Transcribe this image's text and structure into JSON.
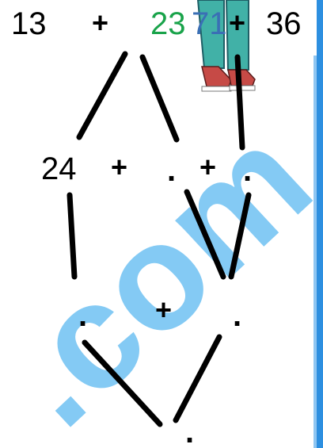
{
  "puzzle": {
    "top_row": {
      "a": "13",
      "op1": "+",
      "b_part1": "23",
      "b_part2": "71",
      "op2": "+",
      "c": "36"
    },
    "middle_row": {
      "a": "24",
      "op1": "+",
      "b": ".",
      "op2": "+",
      "c": "."
    },
    "lower_row": {
      "a": ".",
      "op1": "+",
      "b": "."
    },
    "bottom_row": {
      "a": "."
    }
  },
  "watermark": {
    "text": ".com",
    "color": "#7ec8f4"
  },
  "colors": {
    "green_digits": "#19a34a",
    "blue_digits": "#3a6fb5",
    "right_strip": "#2d8fe0",
    "line": "#000000"
  }
}
